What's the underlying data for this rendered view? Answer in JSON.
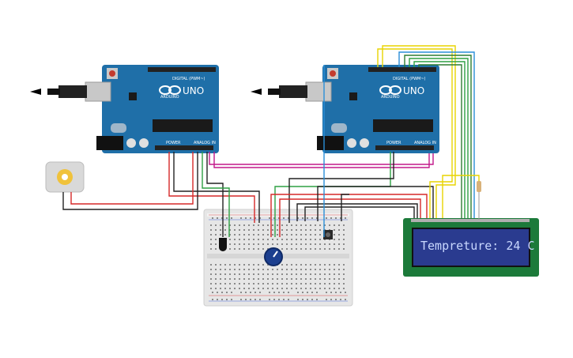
{
  "boards": [
    {
      "logo": "UNO",
      "brand": "ARDUINO",
      "label_digital": "DIGITAL (PWM~)",
      "label_power": "POWER",
      "label_analog": "ANALOG IN"
    },
    {
      "logo": "UNO",
      "brand": "ARDUINO",
      "label_digital": "DIGITAL (PWM~)",
      "label_power": "POWER",
      "label_analog": "ANALOG IN"
    }
  ],
  "lcd": {
    "text": "Tempreture: 24 C"
  },
  "colors": {
    "board": "#1f6fa8",
    "breadboard": "#e9e9e9",
    "lcd_screen": "#2a3b8f",
    "wire_red": "#d62828",
    "wire_black": "#222222",
    "wire_green": "#2ea043",
    "wire_magenta": "#c2188a",
    "wire_yellow": "#e8d400",
    "wire_blue": "#2a8fd8",
    "wire_dkgreen": "#2e7d32"
  }
}
